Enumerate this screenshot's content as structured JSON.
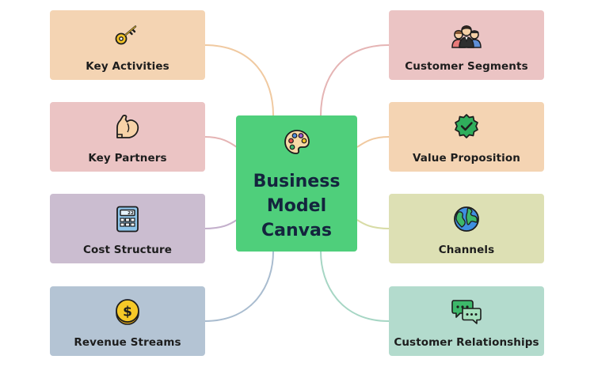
{
  "center": {
    "title_lines": [
      "Business",
      "Model",
      "Canvas"
    ],
    "icon": "palette-icon",
    "color": "#4fcf7b"
  },
  "nodes": {
    "key_activities": {
      "label": "Key Activities",
      "icon": "key-icon",
      "color": "#f4d4b3"
    },
    "key_partners": {
      "label": "Key Partners",
      "icon": "flexed-bicep-icon",
      "color": "#ebc4c4"
    },
    "cost_structure": {
      "label": "Cost Structure",
      "icon": "calculator-icon",
      "color": "#cbbdd0",
      "icon_text": "22"
    },
    "revenue_streams": {
      "label": "Revenue Streams",
      "icon": "dollar-coin-icon",
      "color": "#b4c4d4",
      "icon_text": "$"
    },
    "customer_segments": {
      "label": "Customer Segments",
      "icon": "people-group-icon",
      "color": "#ebc4c4"
    },
    "value_proposition": {
      "label": "Value Proposition",
      "icon": "verified-badge-icon",
      "color": "#f4d4b3"
    },
    "channels": {
      "label": "Channels",
      "icon": "globe-icon",
      "color": "#dde0b4"
    },
    "customer_relationships": {
      "label": "Customer Relationships",
      "icon": "chat-bubbles-icon",
      "color": "#b3dbcd"
    }
  },
  "connector_colors": {
    "key_activities": "#f0c9a0",
    "key_partners": "#e5b4b4",
    "cost_structure": "#c4b0cc",
    "revenue_streams": "#a9bccf",
    "customer_segments": "#e5b4b4",
    "value_proposition": "#f0c9a0",
    "channels": "#d8dca6",
    "customer_relationships": "#a6d6c4"
  }
}
